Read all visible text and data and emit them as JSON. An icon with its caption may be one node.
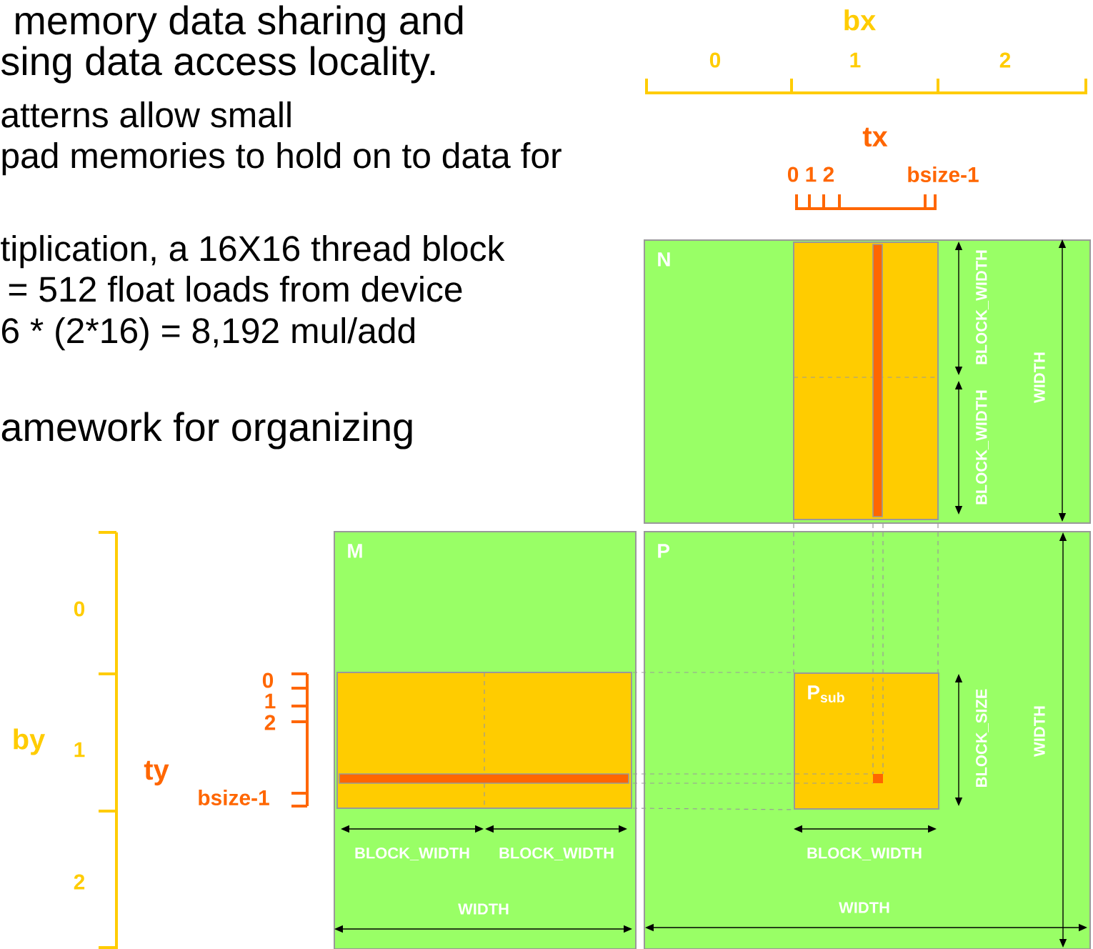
{
  "diagram": {
    "nodes": [
      {
        "text": [
          "N"
        ]
      },
      {
        "text": [
          "M"
        ]
      },
      {
        "text": [
          "P"
        ]
      },
      {
        "text": [
          "P$_{sub}$"
        ],
        "in": 2
      }
    ],
    "edges": [
      {
        "from": 0,
        "to": 3,
        "arrow": "none",
        "style": "dashed"
      },
      {
        "from": 0,
        "to": 3,
        "arrow": "none",
        "style": "dashed"
      },
      {
        "from": 0,
        "to": 3,
        "arrow": "none",
        "style": "dashed"
      },
      {
        "from": 0,
        "to": 3,
        "arrow": "none",
        "style": "dashed"
      },
      {
        "from": 1,
        "to": 3,
        "arrow": "none",
        "style": "dashed"
      },
      {
        "from": 1,
        "to": 3,
        "arrow": "none",
        "style": "dashed"
      },
      {
        "from": 1,
        "to": 3,
        "arrow": "none",
        "style": "dashed"
      },
      {
        "from": 1,
        "to": 3,
        "arrow": "none",
        "style": "dashed"
      }
    ],
    "labels": [
      "memory data sharing and",
      "sing data access locality.",
      "atterns allow small",
      "pad memories to hold on to data for",
      "tiplication, a 16X16 thread block",
      "= 512 float loads from device",
      "6 * (2*16) = 8,192 mul/add",
      "amework for organizing",
      "bx",
      "0",
      "1",
      "2",
      "tx",
      "0 1 2",
      "bsize-1",
      "BLOCK_WIDTH",
      "BLOCK_WIDTH",
      "WIDTH",
      "by",
      "0",
      "1",
      "2",
      "ty",
      "0",
      "1",
      "2",
      "bsize-1",
      "BLOCK_WIDTH",
      "BLOCK_WIDTH",
      "WIDTH",
      "BLOCK_SIZE",
      "WIDTH",
      "BLOCK_WIDTH",
      "WIDTH"
    ]
  }
}
